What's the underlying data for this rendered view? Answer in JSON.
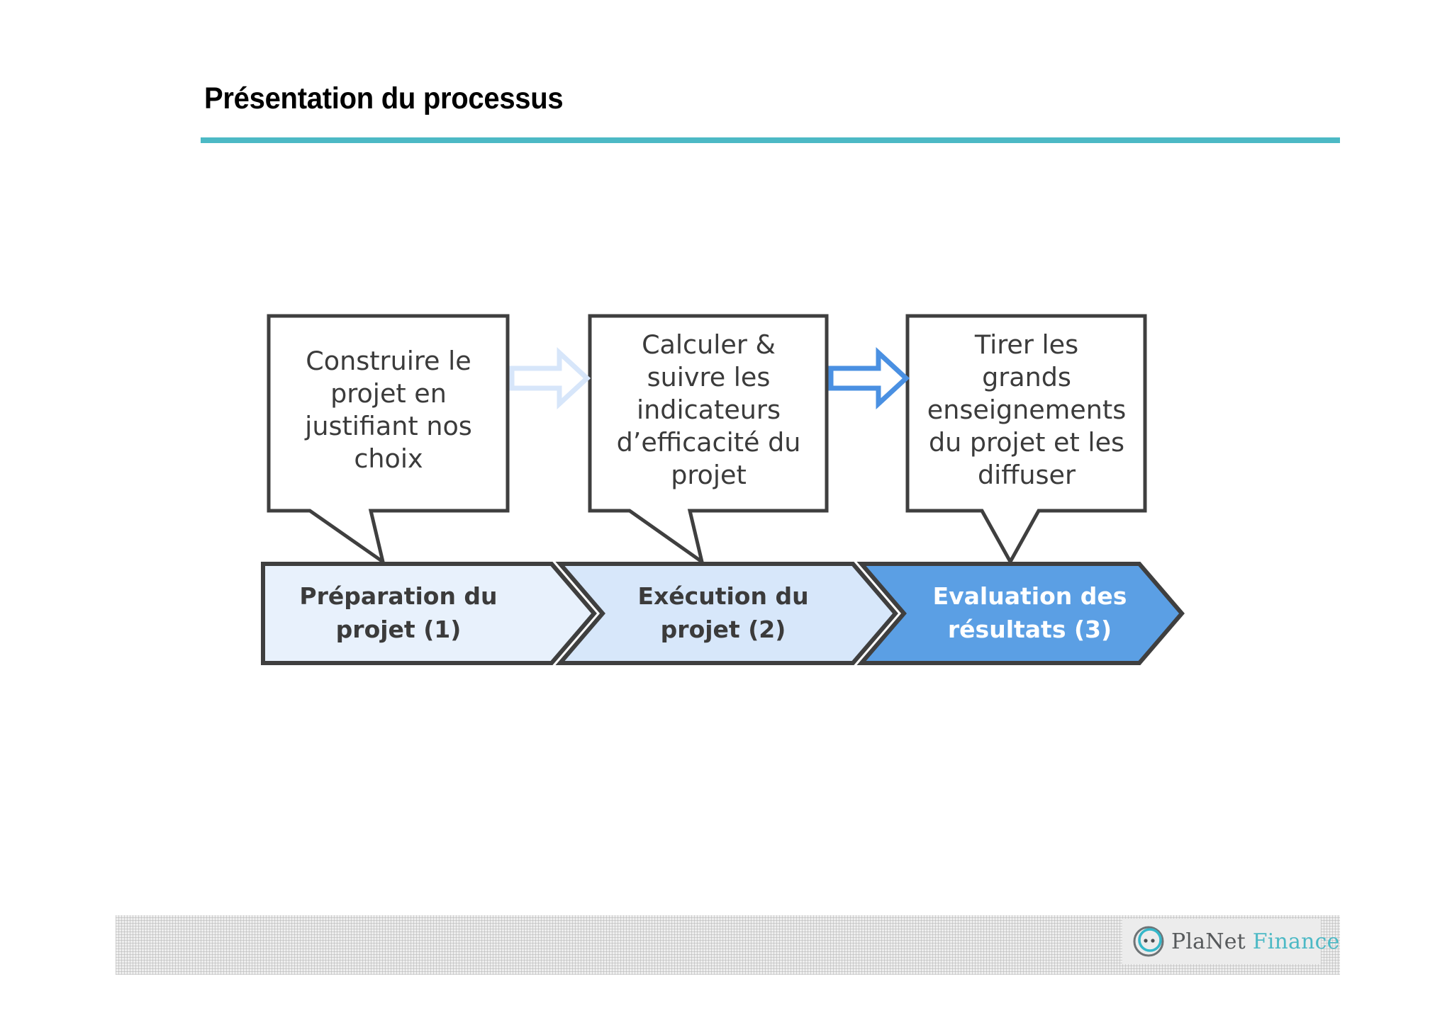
{
  "slide": {
    "title": "Présentation du processus",
    "rule_color": "#4cb9c5",
    "background": "#ffffff"
  },
  "diagram": {
    "type": "process-flow",
    "callouts": [
      {
        "id": "callout-1",
        "text": "Construire le\nprojet en\njustifiant nos\nchoix",
        "fill": "#ffffff",
        "border": "#3f3f3f"
      },
      {
        "id": "callout-2",
        "text": "Calculer &\nsuivre les\nindicateurs\nd’efficacité du\nprojet",
        "fill": "#ffffff",
        "border": "#3f3f3f"
      },
      {
        "id": "callout-3",
        "text": "Tirer les\ngrands\nenseignements\ndu projet et les\ndiffuser",
        "fill": "#ffffff",
        "border": "#3f3f3f"
      }
    ],
    "connector_arrows": [
      {
        "id": "arrow-1-to-2",
        "fill": "#ffffff",
        "stroke": "#d7e6fa"
      },
      {
        "id": "arrow-2-to-3",
        "fill": "#ffffff",
        "stroke": "#4a90e2"
      }
    ],
    "stages": [
      {
        "id": "stage-1",
        "label": "Préparation du\nprojet (1)",
        "number": "1",
        "fill": "#e8f1fc",
        "text_color": "#3b3b3b",
        "border": "#3f3f3f"
      },
      {
        "id": "stage-2",
        "label": "Exécution du\nprojet (2)",
        "number": "2",
        "fill": "#d7e7fa",
        "text_color": "#3b3b3b",
        "border": "#3f3f3f"
      },
      {
        "id": "stage-3",
        "label": "Evaluation des\nrésultats (3)",
        "number": "3",
        "fill": "#5b9fe4",
        "text_color": "#ffffff",
        "border": "#3f3f3f"
      }
    ]
  },
  "footer": {
    "logo": {
      "name_part1": "PlaNet",
      "name_part2": "Finance",
      "part1_color": "#56595b",
      "part2_color": "#4cb9c5",
      "mark": "smiley-circle-icon"
    }
  }
}
